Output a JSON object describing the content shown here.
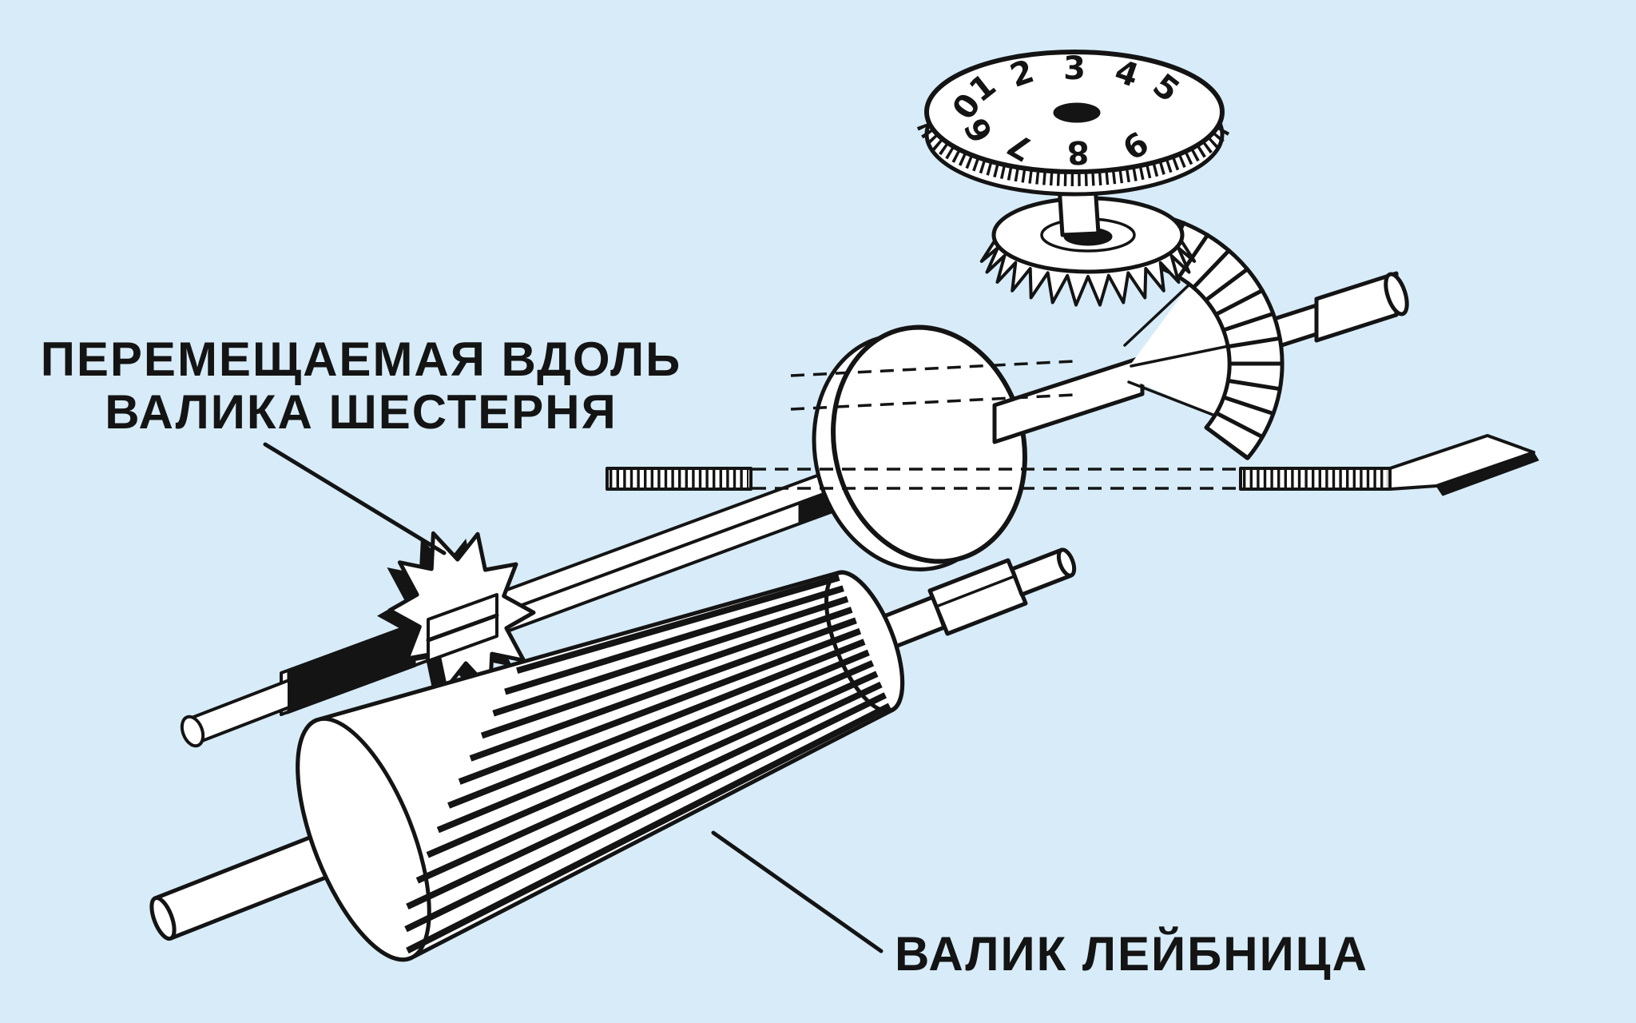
{
  "figure": {
    "background_color": "#d7ecf8",
    "ink_color": "#141414",
    "labels": {
      "movable_gear_line1": "ПЕРЕМЕЩАЕМАЯ ВДОЛЬ",
      "movable_gear_line2": "ВАЛИКА ШЕСТЕРНЯ",
      "leibniz_drum": "ВАЛИК ЛЕЙБНИЦА"
    },
    "dial_digits": [
      "0",
      "1",
      "2",
      "3",
      "4",
      "5",
      "6",
      "7",
      "8",
      "9"
    ]
  }
}
